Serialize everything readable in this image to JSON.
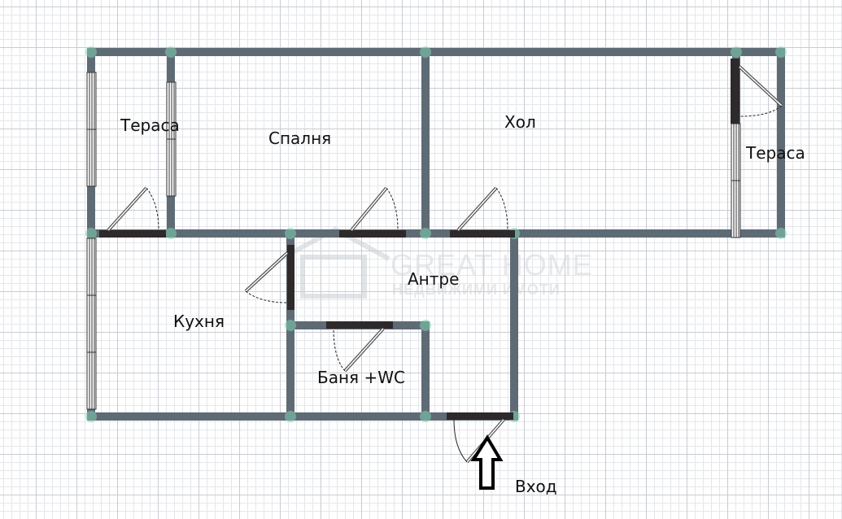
{
  "plan": {
    "type": "apartment-floor-plan",
    "colors": {
      "wall": "#5f6b74",
      "door_panel": "#2e2a2b",
      "joint": "#7fcfb4",
      "grid_major": "#c8ccd2",
      "grid_minor": "#e4e7ea",
      "text": "#111111"
    },
    "rooms": [
      {
        "id": "terrace-left",
        "label": "Тераса"
      },
      {
        "id": "bedroom",
        "label": "Спалня"
      },
      {
        "id": "living-room",
        "label": "Хол"
      },
      {
        "id": "terrace-right",
        "label": "Тераса"
      },
      {
        "id": "hallway",
        "label": "Антре"
      },
      {
        "id": "kitchen",
        "label": "Кухня"
      },
      {
        "id": "bathroom",
        "label": "Баня +WC"
      }
    ],
    "entrance": {
      "label": "Вход",
      "icon": "arrow-up-icon"
    },
    "watermark": {
      "line1": "GREAT HOME",
      "line2": "НЕДВИЖИМИ ИМОТИ",
      "icon": "house-outline-icon"
    }
  }
}
